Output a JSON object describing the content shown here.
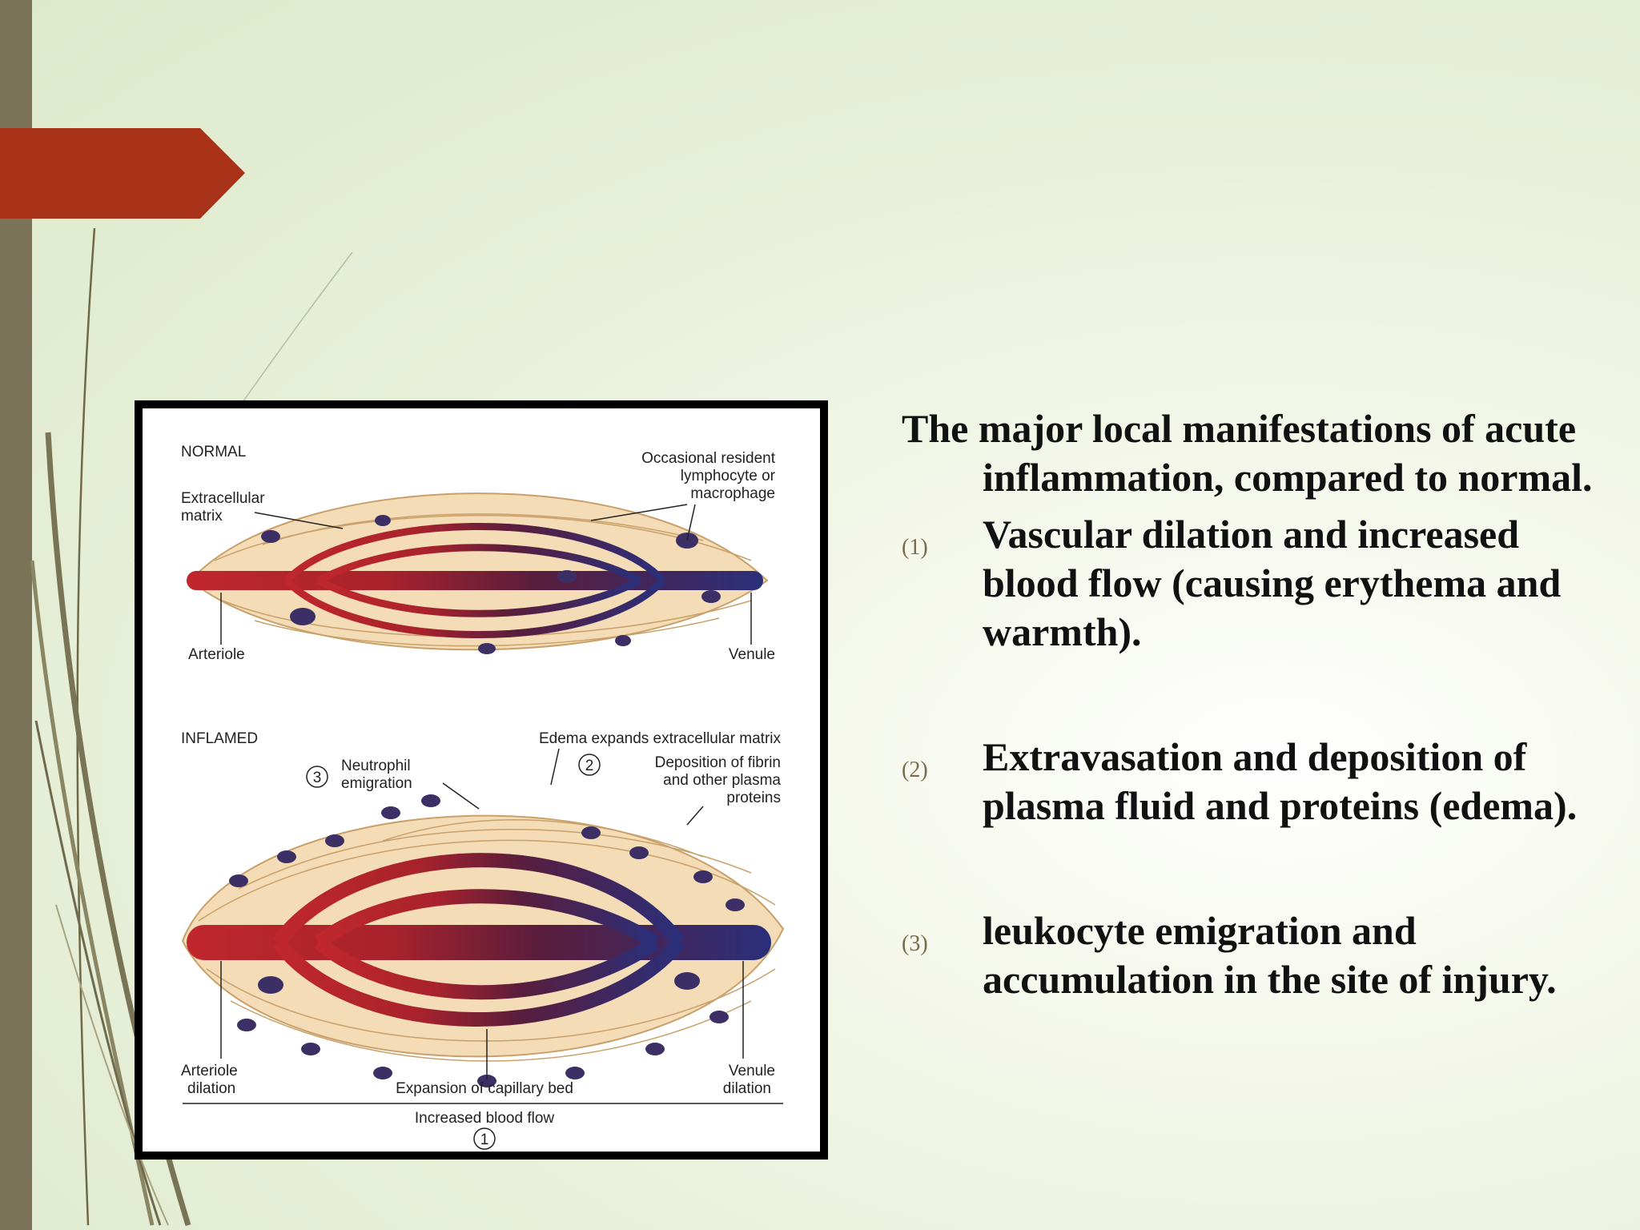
{
  "slide": {
    "intro": "The major local manifestations of acute inflammation, compared to normal.",
    "items": [
      {
        "number": "(1)",
        "text": "Vascular dilation and increased blood flow (causing erythema and warmth)."
      },
      {
        "number": "(2)",
        "text": "Extravasation and deposition of plasma fluid and proteins (edema)."
      },
      {
        "number": "(3)",
        "text": "leukocyte emigration and accumulation in the site of injury."
      }
    ]
  },
  "figure": {
    "normal": {
      "title": "NORMAL",
      "extracellular_matrix": [
        "Extracellular",
        "matrix"
      ],
      "resident_cell": [
        "Occasional resident",
        "lymphocyte or",
        "macrophage"
      ],
      "arteriole": "Arteriole",
      "venule": "Venule"
    },
    "inflamed": {
      "title": "INFLAMED",
      "edema": "Edema expands extracellular matrix",
      "neutrophil_number": "3",
      "neutrophil": [
        "Neutrophil",
        "emigration"
      ],
      "fibrin_number": "2",
      "fibrin": [
        "Deposition of fibrin",
        "and other plasma",
        "proteins"
      ],
      "arteriole": [
        "Arteriole",
        "dilation"
      ],
      "capillary": "Expansion of capillary bed",
      "venule": [
        "Venule",
        "dilation"
      ],
      "blood_flow": "Increased blood flow",
      "blood_flow_number": "1"
    }
  },
  "colors": {
    "ribbon": "#a83218",
    "left_bar": "#7a7357",
    "arteriole": "#c0272d",
    "venule": "#2a2f7a",
    "fibers": "#c9a06a"
  }
}
